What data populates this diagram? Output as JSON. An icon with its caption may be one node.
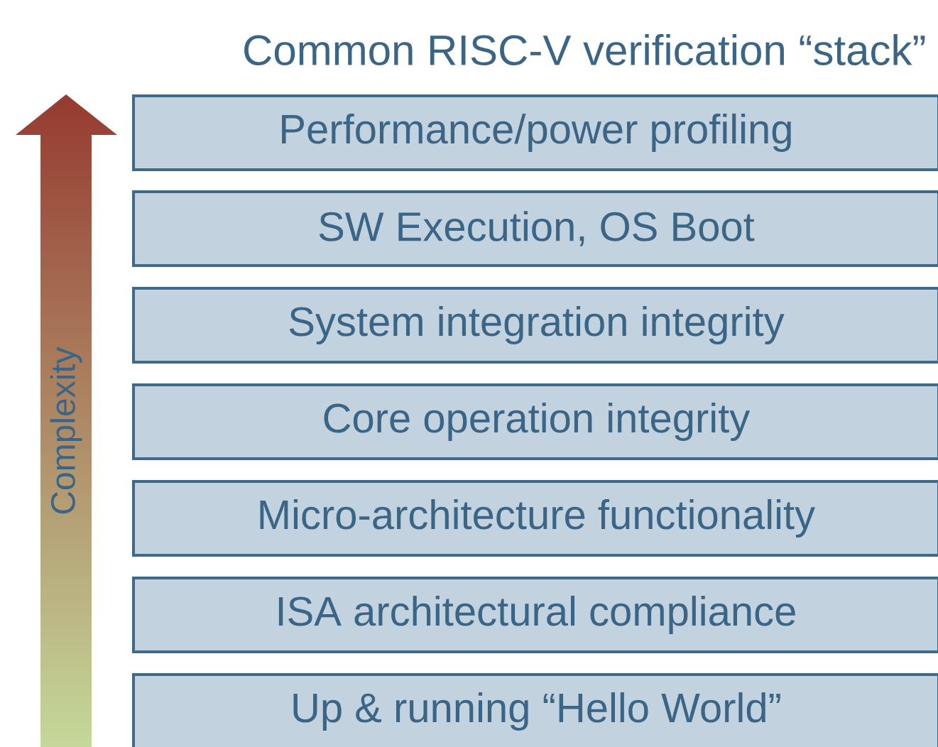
{
  "diagram": {
    "title": "Common RISC-V verification “stack”",
    "nodes": [
      {
        "text": [
          "Performance/power profiling"
        ]
      },
      {
        "text": [
          "SW Execution, OS Boot"
        ]
      },
      {
        "text": [
          "System integration integrity"
        ]
      },
      {
        "text": [
          "Core operation integrity"
        ]
      },
      {
        "text": [
          "Micro-architecture functionality"
        ]
      },
      {
        "text": [
          "ISA architectural compliance"
        ]
      },
      {
        "text": [
          "Up & running “Hello World”"
        ]
      }
    ],
    "labels": [
      "Complexity"
    ]
  }
}
